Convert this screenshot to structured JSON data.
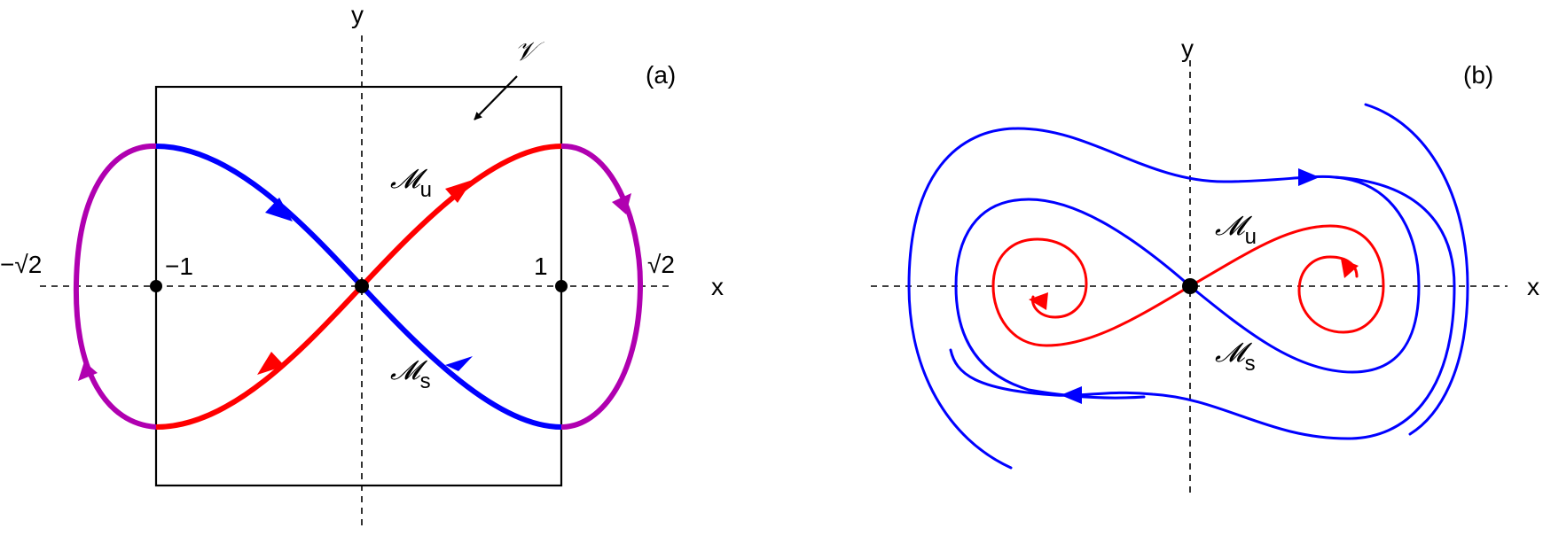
{
  "panel_a": {
    "label": "(a)",
    "x_axis_label": "x",
    "y_axis_label": "y",
    "region_label": "𝒱",
    "unstable_manifold": "𝓜",
    "unstable_sub": "u",
    "stable_manifold": "𝓜",
    "stable_sub": "s",
    "tick_neg_sqrt2": "−√2",
    "tick_neg1": "−1",
    "tick_pos1": "1",
    "tick_sqrt2": "√2"
  },
  "panel_b": {
    "label": "(b)",
    "x_axis_label": "x",
    "y_axis_label": "y",
    "unstable_manifold": "𝓜",
    "unstable_sub": "u",
    "stable_manifold": "𝓜",
    "stable_sub": "s"
  },
  "colors": {
    "unstable": "#ff0000",
    "stable": "#0000ff",
    "connector": "#b000b0",
    "axis": "#000000"
  }
}
